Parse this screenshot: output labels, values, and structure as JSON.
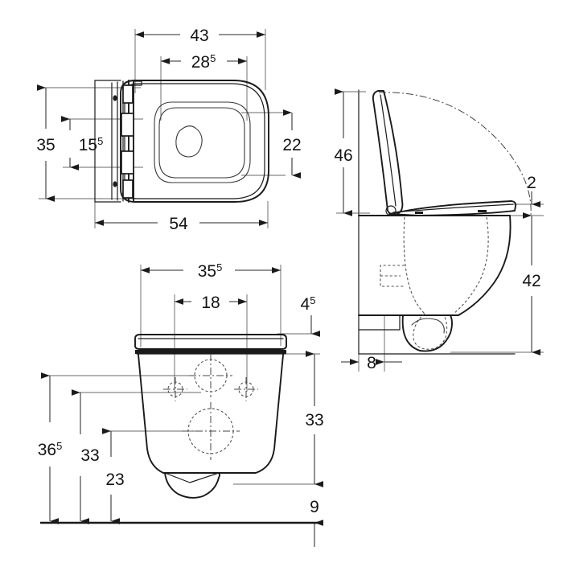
{
  "drawing": {
    "type": "technical-dimension-drawing",
    "subject": "Wall-hung WC pan with seat and cover",
    "units": "cm",
    "line_color": "#1a1a1a",
    "background_color": "#ffffff",
    "views": [
      {
        "id": "top-view",
        "name": "Top view",
        "position": "upper-left"
      },
      {
        "id": "side-view",
        "name": "Side view",
        "position": "upper-right"
      },
      {
        "id": "front-view",
        "name": "Front view",
        "position": "lower-left"
      }
    ]
  },
  "dimensions": {
    "top_view": [
      {
        "id": "d-43",
        "value": "43",
        "sup": "",
        "orientation": "horizontal",
        "label": "43"
      },
      {
        "id": "d-285",
        "value": "28",
        "sup": "5",
        "orientation": "horizontal",
        "label": "285"
      },
      {
        "id": "d-54",
        "value": "54",
        "sup": "",
        "orientation": "horizontal",
        "label": "54"
      },
      {
        "id": "d-35",
        "value": "35",
        "sup": "",
        "orientation": "vertical",
        "label": "35"
      },
      {
        "id": "d-155",
        "value": "15",
        "sup": "5",
        "orientation": "vertical",
        "label": "155"
      },
      {
        "id": "d-22",
        "value": "22",
        "sup": "",
        "orientation": "vertical",
        "label": "22"
      }
    ],
    "side_view": [
      {
        "id": "d-46",
        "value": "46",
        "sup": "",
        "orientation": "vertical",
        "label": "46"
      },
      {
        "id": "d-2",
        "value": "2",
        "sup": "",
        "orientation": "vertical",
        "label": "2"
      },
      {
        "id": "d-42",
        "value": "42",
        "sup": "",
        "orientation": "vertical",
        "label": "42"
      },
      {
        "id": "d-8",
        "value": "8",
        "sup": "",
        "orientation": "horizontal",
        "label": "8"
      }
    ],
    "front_view": [
      {
        "id": "d-355",
        "value": "35",
        "sup": "5",
        "orientation": "horizontal",
        "label": "355"
      },
      {
        "id": "d-18",
        "value": "18",
        "sup": "",
        "orientation": "horizontal",
        "label": "18"
      },
      {
        "id": "d-45",
        "value": "4",
        "sup": "5",
        "orientation": "vertical",
        "label": "45"
      },
      {
        "id": "d-33r",
        "value": "33",
        "sup": "",
        "orientation": "vertical",
        "label": "33"
      },
      {
        "id": "d-9",
        "value": "9",
        "sup": "",
        "orientation": "vertical",
        "label": "9"
      },
      {
        "id": "d-365",
        "value": "36",
        "sup": "5",
        "orientation": "vertical",
        "label": "365"
      },
      {
        "id": "d-33l",
        "value": "33",
        "sup": "",
        "orientation": "vertical",
        "label": "33"
      },
      {
        "id": "d-23",
        "value": "23",
        "sup": "",
        "orientation": "vertical",
        "label": "23"
      }
    ]
  },
  "labels": {
    "v43": "43",
    "v28": "28",
    "v28s": "5",
    "v54": "54",
    "v35": "35",
    "v15": "15",
    "v15s": "5",
    "v22": "22",
    "v46": "46",
    "v2": "2",
    "v42": "42",
    "v8": "8",
    "v355": "35",
    "v355s": "5",
    "v18": "18",
    "v45": "4",
    "v45s": "5",
    "v33r": "33",
    "v9": "9",
    "v365": "36",
    "v365s": "5",
    "v33l": "33",
    "v23": "23"
  }
}
